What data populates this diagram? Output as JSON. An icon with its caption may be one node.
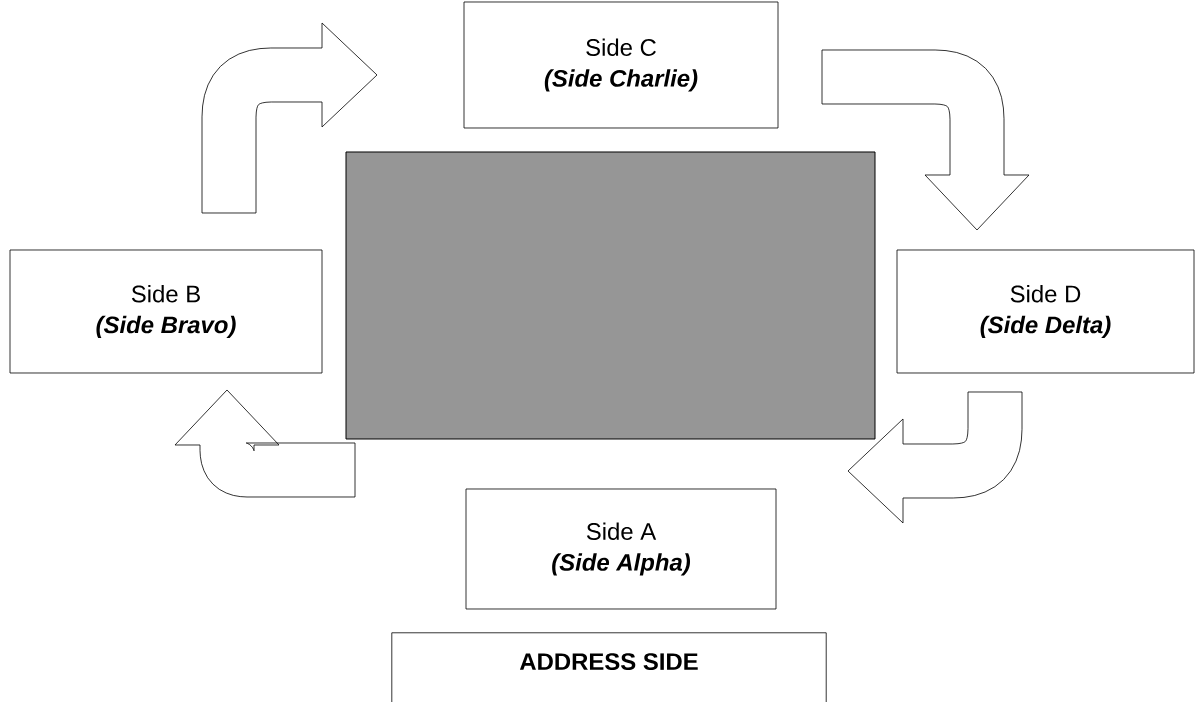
{
  "diagram": {
    "nodes": [
      {
        "text": [
          "Side C",
          "(Side Charlie)"
        ]
      },
      {
        "text": [
          "Side B",
          "(Side Bravo)"
        ]
      },
      {
        "text": [
          "Side D",
          "(Side Delta)"
        ]
      },
      {
        "text": [
          "Side A",
          "(Side Alpha)"
        ]
      },
      {
        "text": [],
        "shape": "box"
      },
      {
        "text": [
          "ADDRESS SIDE"
        ]
      }
    ],
    "edges": [
      {
        "from": 1,
        "to": 0,
        "arrow": "to"
      },
      {
        "from": 0,
        "to": 2,
        "arrow": "to"
      },
      {
        "from": 2,
        "to": 3,
        "arrow": "to"
      },
      {
        "from": 3,
        "to": 1,
        "arrow": "to"
      }
    ]
  }
}
